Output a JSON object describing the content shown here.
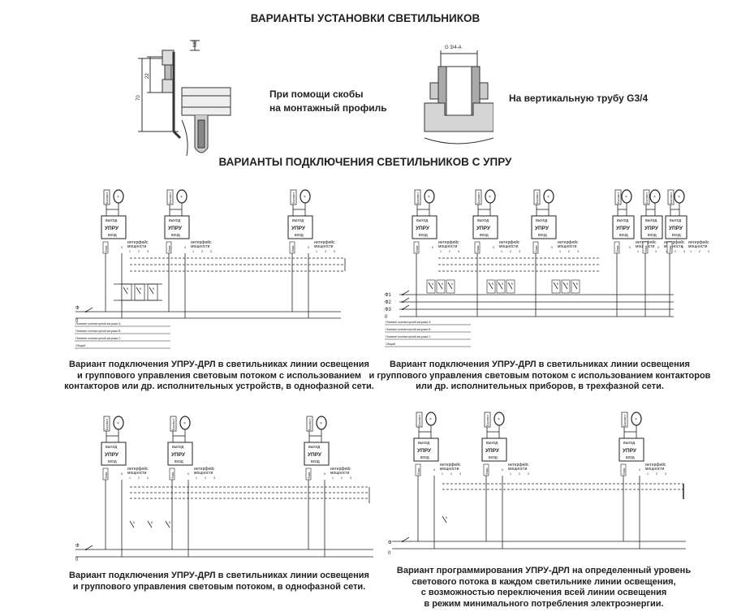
{
  "titles": {
    "install": "ВАРИАНТЫ УСТАНОВКИ СВЕТИЛЬНИКОВ",
    "connect": "ВАРИАНТЫ ПОДКЛЮЧЕНИЯ СВЕТИЛЬНИКОВ С УПРУ"
  },
  "mount": {
    "bracket_line1": "При помощи скобы",
    "bracket_line2": "на монтажный профиль",
    "pipe": "На вертикальную трубу G3/4",
    "pipe_thread": "G 3/4-A",
    "dim_m8": "M8",
    "dim_22": "22",
    "dim_70": "70"
  },
  "unit": {
    "out": "выход",
    "name": "УПРУ",
    "in": "вход",
    "iface1": "интерфейс",
    "iface2": "мощности",
    "ballast": "Балласт",
    "phase_lbl": "Фаза",
    "zero_lbl": "0",
    "pins": [
      "1",
      "2",
      "3"
    ]
  },
  "lines": {
    "phi": "Ф",
    "zero": "0",
    "phi1": "Ф1",
    "phi2": "Ф2",
    "phi3": "Ф3",
    "coil_a": "Питание контакторной катушки А",
    "coil_b": "Питание контакторной катушки В",
    "coil_c": "Питание контакторной катушки С",
    "common": "Общий",
    "k": "K"
  },
  "captions": {
    "c1": [
      "Вариант подключения УПРУ-ДРЛ в светильниках линии освещения",
      "и группового управления световым потоком с использованием",
      "контакторов или др. исполнительных устройств, в однофазной сети."
    ],
    "c2": [
      "Вариант подключения УПРУ-ДРЛ в светильниках линии освещения",
      "и группового управления световым потоком с использованием контакторов",
      "или др. исполнительных приборов, в трехфазной сети."
    ],
    "c3": [
      "Вариант подключения УПРУ-ДРЛ в светильниках линии освещения",
      "и группового управления световым потоком, в однофазной сети."
    ],
    "c4": [
      "Вариант программирования УПРУ-ДРЛ на определенный уровень",
      "светового потока в каждом светильнике линии освещения,",
      "с возможностью переключения всей линии освещения",
      "в режим минимального потребления электроэнергии."
    ]
  }
}
